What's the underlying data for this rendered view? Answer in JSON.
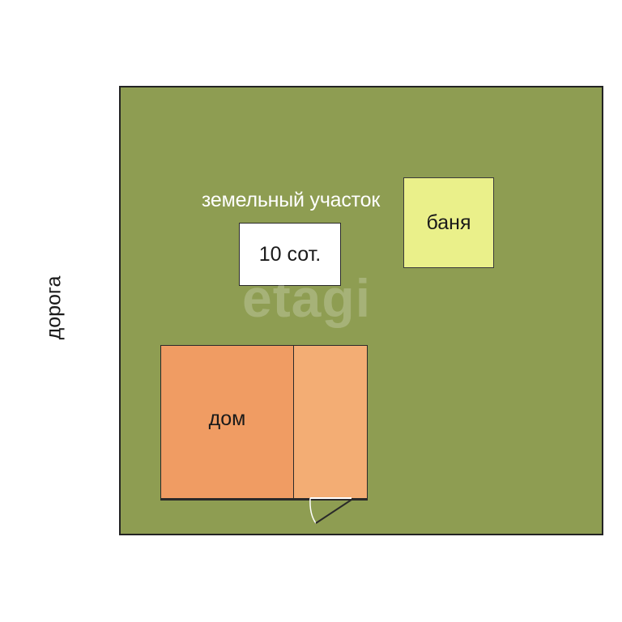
{
  "road": {
    "label": "дорога"
  },
  "plot": {
    "title": "земельный участок",
    "area": "10 сот.",
    "color": "#8e9d52"
  },
  "buildings": {
    "banya": {
      "label": "баня",
      "color": "#eaf08a"
    },
    "house": {
      "label": "дом",
      "color": "#f09c63"
    },
    "annex": {
      "color": "#f3ad74"
    }
  },
  "watermark": {
    "text": "etagi"
  }
}
